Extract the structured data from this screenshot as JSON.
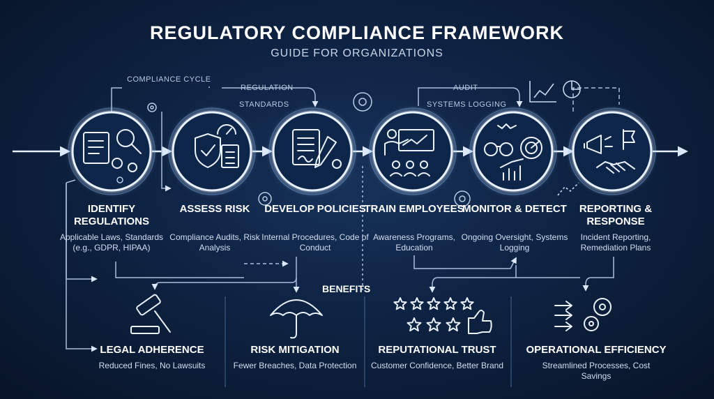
{
  "title": "REGULATORY COMPLIANCE FRAMEWORK",
  "subtitle": "GUIDE FOR ORGANIZATIONS",
  "flow_labels": {
    "compliance_cycle": "COMPLIANCE CYCLE",
    "regulation": "REGULATION",
    "standards": "STANDARDS",
    "audit": "AUDIT",
    "systems_logging": "SYSTEMS LOGGING"
  },
  "steps": [
    {
      "title": "IDENTIFY REGULATIONS",
      "desc": "Applicable Laws, Standards (e.g., GDPR, HIPAA)",
      "icon": "document-search-icon"
    },
    {
      "title": "ASSESS RISK",
      "desc": "Compliance Audits, Risk Analysis",
      "icon": "shield-checklist-icon"
    },
    {
      "title": "DEVELOP POLICIES",
      "desc": "Internal Procedures, Code of Conduct",
      "icon": "document-pen-icon"
    },
    {
      "title": "TRAIN EMPLOYEES",
      "desc": "Awareness Programs, Education",
      "icon": "training-presentation-icon"
    },
    {
      "title": "MONITOR & DETECT",
      "desc": "Ongoing Oversight, Systems Logging",
      "icon": "binoculars-radar-icon"
    },
    {
      "title": "REPORTING & RESPONSE",
      "desc": "Incident Reporting, Remediation Plans",
      "icon": "megaphone-handshake-icon"
    }
  ],
  "benefits_label": "BENEFITS",
  "benefits": [
    {
      "title": "LEGAL ADHERENCE",
      "desc": "Reduced Fines, No Lawsuits",
      "icon": "gavel-icon"
    },
    {
      "title": "RISK MITIGATION",
      "desc": "Fewer Breaches, Data Protection",
      "icon": "umbrella-icon"
    },
    {
      "title": "REPUTATIONAL TRUST",
      "desc": "Customer Confidence, Better Brand",
      "icon": "stars-thumbs-up-icon"
    },
    {
      "title": "OPERATIONAL EFFICIENCY",
      "desc": "Streamlined Processes, Cost Savings",
      "icon": "arrows-gears-icon"
    }
  ],
  "colors": {
    "background": "#0e2343",
    "accent": "#7fb8ff",
    "line": "#c8ddf5",
    "text": "#ffffff"
  }
}
